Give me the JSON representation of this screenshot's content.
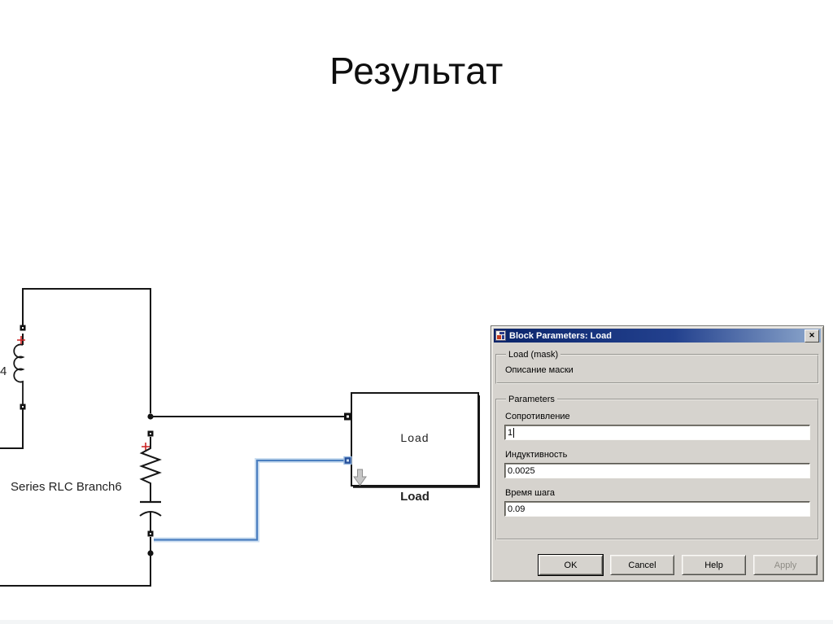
{
  "slide": {
    "title": "Результат"
  },
  "circuit": {
    "left_branch_label_fragment": "4",
    "rlc_branch_label": "Series RLC Branch6",
    "load_block_text": "Load",
    "load_block_caption": "Load"
  },
  "dialog": {
    "title": "Block Parameters: Load",
    "mask_group": {
      "title": "Load (mask)",
      "description": "Описание маски"
    },
    "params_group": {
      "title": "Parameters",
      "fields": [
        {
          "label": "Сопротивление",
          "value": "1"
        },
        {
          "label": "Индуктивность",
          "value": "0.0025"
        },
        {
          "label": "Время шага",
          "value": "0.09"
        }
      ]
    },
    "buttons": [
      {
        "label": "OK",
        "state": "default"
      },
      {
        "label": "Cancel",
        "state": "normal"
      },
      {
        "label": "Help",
        "state": "normal"
      },
      {
        "label": "Apply",
        "state": "disabled"
      }
    ]
  },
  "colors": {
    "titlebar_left": "#0a246a",
    "titlebar_right": "#8fa9cd",
    "dialog_bg": "#d6d3ce",
    "selected_wire": "#4b7fc0",
    "polarity_plus": "#cc2222"
  }
}
